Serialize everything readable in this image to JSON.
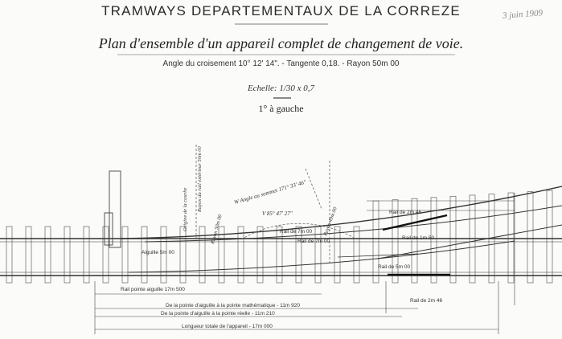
{
  "header": {
    "org_title": "TRAMWAYS DEPARTEMENTAUX DE LA CORREZE",
    "plan_title": "Plan d'ensemble d'un appareil complet de changement de voie.",
    "specs": "Angle du croisement 10° 12' 14\". - Tangente 0,18. - Rayon 50m 00",
    "scale": "Echelle: 1/30 x 0,7",
    "subtitle": "1° à gauche",
    "handwritten_date": "3 juin 1909"
  },
  "drawing": {
    "labels": {
      "vertical_curve_origin": "Origine de la courbe",
      "vertical_outer_radius": "Rayon du rail extérieur 50m 00",
      "radius_50": "Rayon 50m 00",
      "radius_49": "Rayon 49m 00",
      "angle_summit": "W Angle au sommet 171° 33' 46\"",
      "angle_v": "V 85° 47' 27\"",
      "aiguille": "Aiguille 5m 00",
      "rail_pointe": "Rail pointe aiguille 17m 500",
      "rail_de_2": "Rail de 2m 46",
      "rail_de_7a": "Rail de 7m 00",
      "rail_de_7b": "Rail de 7m 00",
      "rail_de_5": "Rail de 5m 00",
      "rail_de_2b": "Rail de 2m 46",
      "rail_de_1": "Rail de 1m 50",
      "dim_math": "De la pointe d'aiguille à la pointe mathématique - 11m 920",
      "dim_reelle": "De la pointe d'aiguille à la pointe réelle - 11m 210",
      "dim_total": "Longueur totale de l'appareil - 17m 000"
    }
  }
}
